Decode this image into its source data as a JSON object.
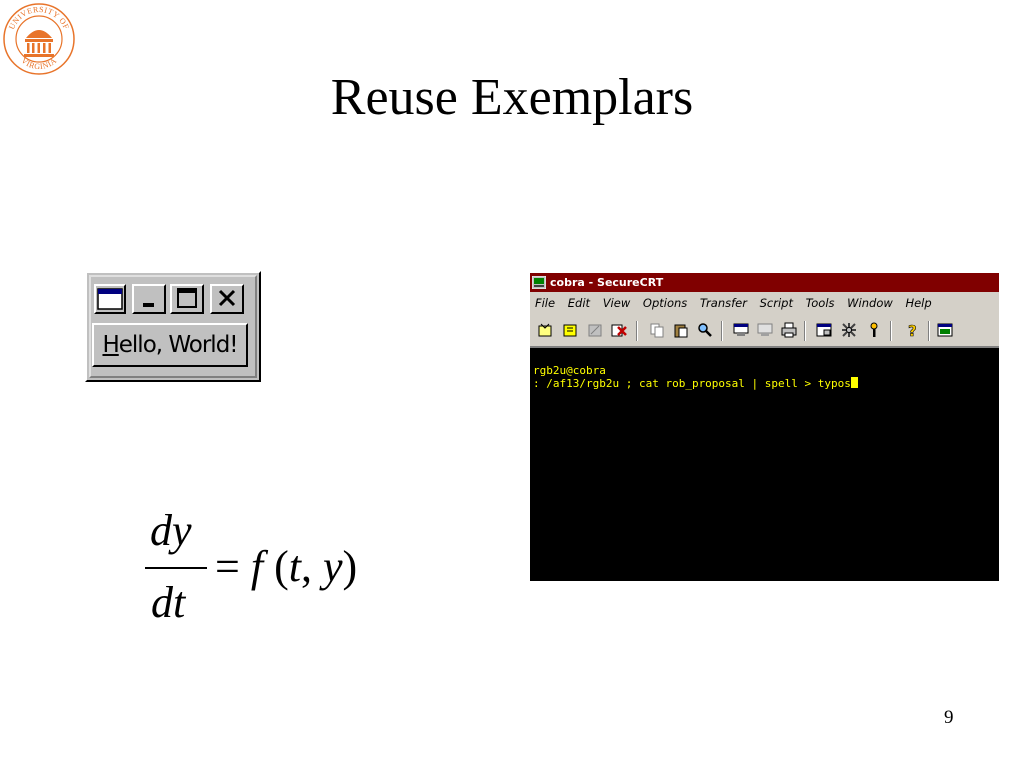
{
  "slide": {
    "title": "Reuse Exemplars",
    "page_number": "9"
  },
  "logo": {
    "ring_text_top": "UNIVERSITY OF",
    "ring_text_bottom": "VIRGINIA",
    "color": "#e8742a"
  },
  "hello_window": {
    "button_label_accel": "H",
    "button_label_rest": "ello, World!"
  },
  "equation": {
    "numerator": "dy",
    "denominator": "dt",
    "rhs_eq": "=",
    "rhs_f": "f",
    "rhs_open": " (",
    "rhs_t": "t",
    "rhs_comma": ", ",
    "rhs_y": "y",
    "rhs_close": ")"
  },
  "securecrt": {
    "title": "cobra - SecureCRT",
    "menu": [
      "File",
      "Edit",
      "View",
      "Options",
      "Transfer",
      "Script",
      "Tools",
      "Window",
      "Help"
    ],
    "terminal_line1": "rgb2u@cobra",
    "terminal_line2": ": /af13/rgb2u ; cat rob_proposal | spell > typos",
    "colors": {
      "title_bar": "#800000",
      "terminal_text": "#ffff00",
      "terminal_bg": "#000000"
    }
  }
}
